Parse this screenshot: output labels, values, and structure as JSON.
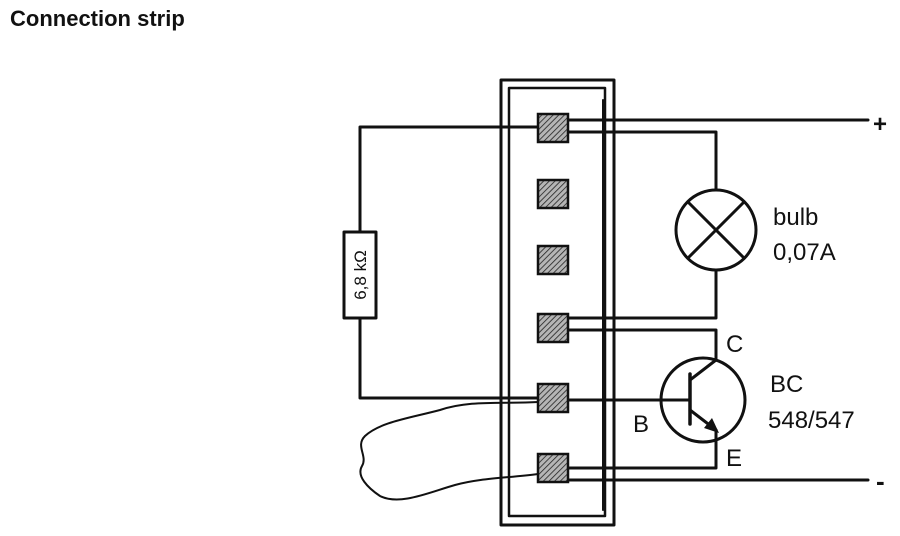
{
  "title": "Connection strip",
  "labels": {
    "plus": "+",
    "minus": "-",
    "bulb_name": "bulb",
    "bulb_current": "0,07A",
    "resistor": "6,8 kΩ",
    "collector": "C",
    "base": "B",
    "emitter": "E",
    "transistor_line1": "BC",
    "transistor_line2": "548/547"
  },
  "colors": {
    "ink": "#111111",
    "terminal_fill": "#9a9a9a"
  }
}
